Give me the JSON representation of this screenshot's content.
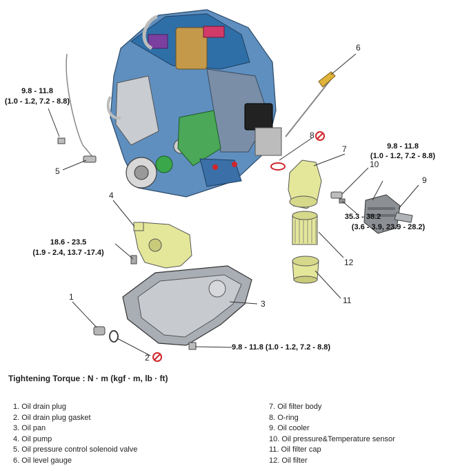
{
  "torques": {
    "t1_line1": "9.8 - 11.8",
    "t1_line2": "(1.0 - 1.2, 7.2 - 8.8)",
    "t2_line1": "9.8 - 11.8",
    "t2_line2": "(1.0 - 1.2, 7.2 - 8.8)",
    "t3_line1": "18.6 - 23.5",
    "t3_line2": "(1.9 - 2.4, 13.7 -17.4)",
    "t4_line1": "35.3 - 38.2",
    "t4_line2": "(3.6 - 3.9, 23.9 - 28.2)",
    "t5": "9.8 - 11.8 (1.0 - 1.2, 7.2 - 8.8)"
  },
  "callouts": [
    "1",
    "2",
    "3",
    "4",
    "5",
    "6",
    "7",
    "8",
    "9",
    "10",
    "11",
    "12"
  ],
  "tightening_label": "Tightening Torque : N · m (kgf · m, lb · ft)",
  "legend_left": [
    "1. Oil drain plug",
    "2. Oil drain plug gasket",
    "3. Oil pan",
    "4. Oil pump",
    "5. Oil pressure control solenoid valve",
    "6. Oil level gauge"
  ],
  "legend_right": [
    "7. Oil filter body",
    "8. O-ring",
    "9. Oil cooler",
    "10. Oil pressure&Temperature sensor",
    "11. Oil filter cap",
    "12. Oil filter"
  ],
  "colors": {
    "warning_red": "#d0262b",
    "engine_blue": "#3a7fc0",
    "part_yellow": "#e4e69a",
    "pan_gray": "#a9adb4"
  }
}
